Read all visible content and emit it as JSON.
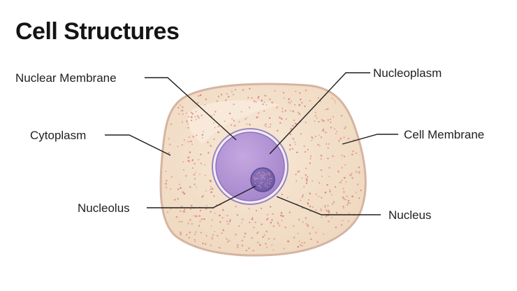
{
  "title": "Cell Structures",
  "labels": {
    "nuclear_membrane": "Nuclear Membrane",
    "nucleoplasm": "Nucleoplasm",
    "cytoplasm": "Cytoplasm",
    "cell_membrane": "Cell Membrane",
    "nucleolus": "Nucleolus",
    "nucleus": "Nucleus"
  },
  "colors": {
    "cell_fill": "#f3dfc8",
    "cell_membrane": "#d8b8a6",
    "cytoplasm_dots": "#d9867c",
    "nucleus_fill": "#b89ad6",
    "nuclear_membrane": "#8f74b8",
    "nucleolus_fill": "#7a68b2",
    "nucleolus_dots": "#d98aa8"
  }
}
